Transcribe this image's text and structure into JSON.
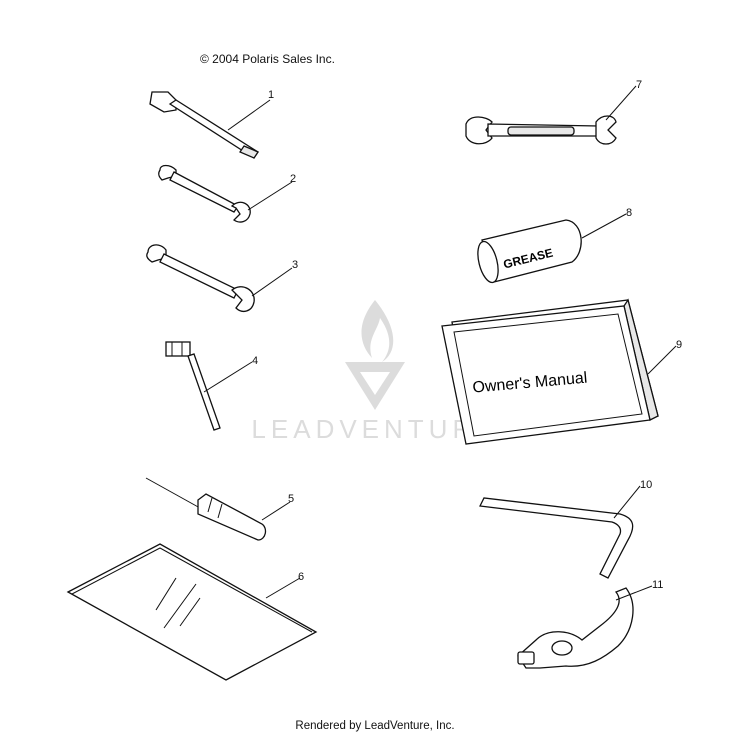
{
  "header": {
    "copyright": "© 2004 Polaris Sales Inc."
  },
  "footer": {
    "rendered_by": "Rendered by LeadVenture, Inc."
  },
  "watermark": {
    "text": "LEADVENTURE",
    "color": "#dcdcdc"
  },
  "parts": [
    {
      "callout": "1"
    },
    {
      "callout": "2"
    },
    {
      "callout": "3"
    },
    {
      "callout": "4"
    },
    {
      "callout": "5"
    },
    {
      "callout": "6"
    },
    {
      "callout": "7"
    },
    {
      "callout": "8"
    },
    {
      "callout": "9"
    },
    {
      "callout": "10"
    },
    {
      "callout": "11"
    }
  ],
  "labels": {
    "grease": "GREASE",
    "manual": "Owner's Manual"
  }
}
